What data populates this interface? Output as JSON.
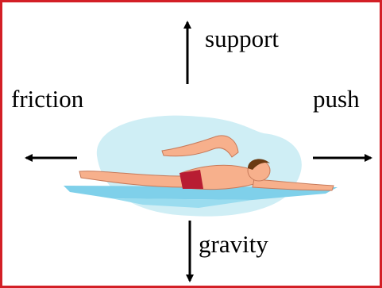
{
  "forces": {
    "support": "support",
    "friction": "friction",
    "push": "push",
    "gravity": "gravity"
  },
  "colors": {
    "border": "#d31f26",
    "arrow": "#000000",
    "splash": "#cfeef5",
    "water": "#7fd0ea",
    "skin": "#f7b08c",
    "trunks": "#b81d32",
    "hair": "#6a3a12"
  }
}
